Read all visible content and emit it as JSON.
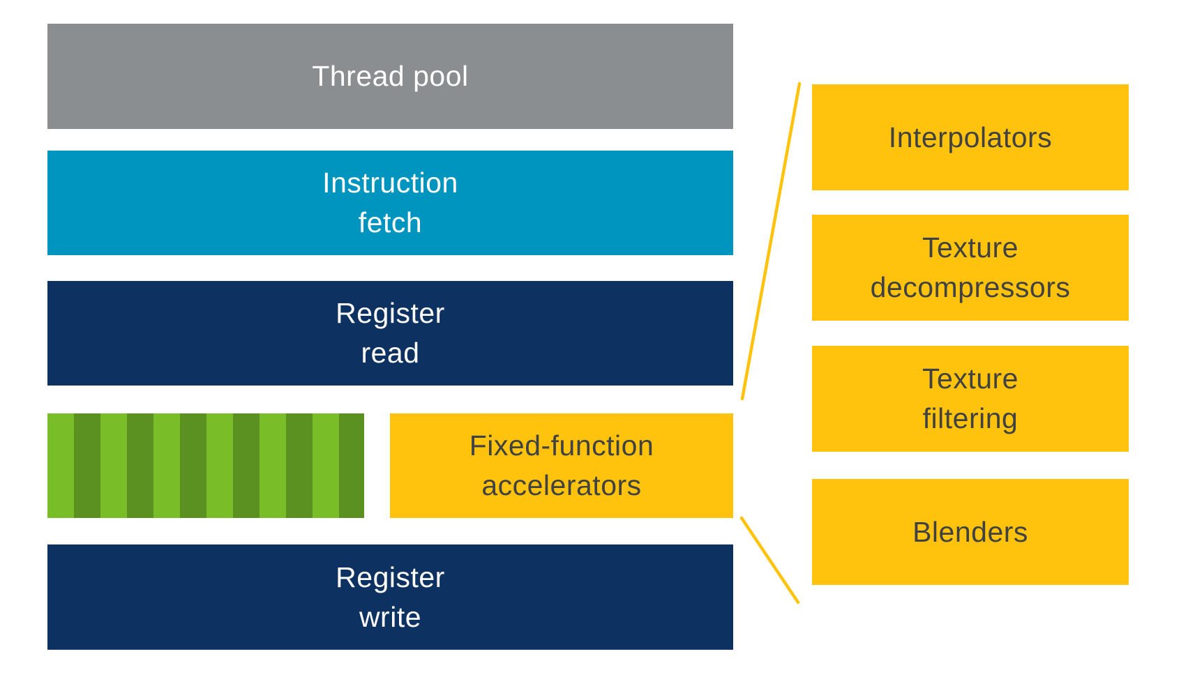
{
  "colors": {
    "background": "#FFFFFF",
    "gray": "#8A8E90",
    "cyan": "#0095BE",
    "navy": "#0D3161",
    "yellow": "#FFC30D",
    "green_light": "#79BD28",
    "green_dark": "#5A9120",
    "text_light": "#FFFFFF",
    "text_dark": "#3F4142",
    "connector": "#FFC30D"
  },
  "pipeline": {
    "thread_pool": {
      "label": "Thread pool"
    },
    "instruction_fetch": {
      "line1": "Instruction",
      "line2": "fetch"
    },
    "register_read": {
      "line1": "Register",
      "line2": "read"
    },
    "fixed_function_accelerators": {
      "line1": "Fixed-function",
      "line2": "accelerators"
    },
    "register_write": {
      "line1": "Register",
      "line2": "write"
    }
  },
  "accelerator_list": {
    "interpolators": {
      "label": "Interpolators"
    },
    "texture_decompressors": {
      "line1": "Texture",
      "line2": "decompressors"
    },
    "texture_filtering": {
      "line1": "Texture",
      "line2": "filtering"
    },
    "blenders": {
      "label": "Blenders"
    }
  }
}
